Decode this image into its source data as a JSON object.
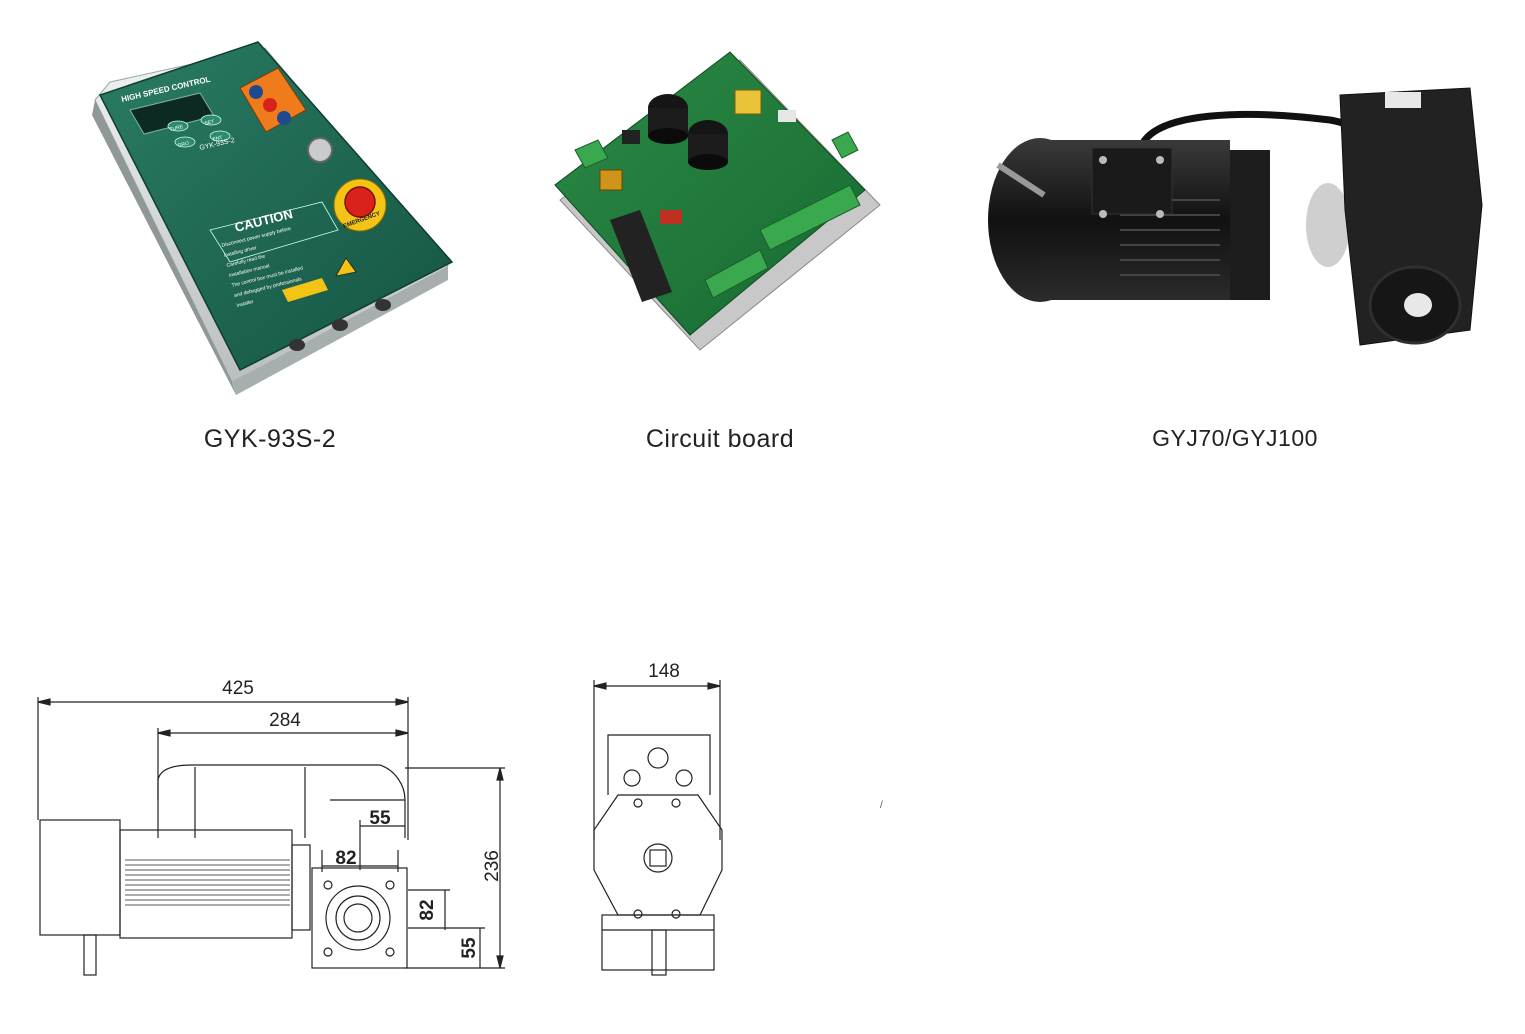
{
  "products": [
    {
      "caption": "GYK-93S-2",
      "image_name": "control-box-image",
      "panel_title": "HIGH SPEED CONTROL",
      "model_label": "GYK-93S-2",
      "caution_title": "CAUTION",
      "caution_lines": [
        "Disconnect power supply before",
        "installing driver",
        "Carefully read the",
        "installation manual",
        "The control box must be installed",
        "and debugged by professionals",
        "installer"
      ],
      "button_labels": [
        "TURE",
        "SET",
        "GRIJ",
        "ENT"
      ],
      "emergency_label": "EMERGENCY",
      "colors": {
        "panel": "#1f6b55",
        "body": "#e4e6e6",
        "keys": "#f07b1c",
        "stop": "#d8221b",
        "ring": "#f3c415"
      }
    },
    {
      "caption": "Circuit board",
      "image_name": "circuit-board-image",
      "colors": {
        "pcb": "#1f7a3a",
        "terminals": "#3aa84e",
        "plate": "#c8c8c8"
      }
    },
    {
      "caption": "GYJ70/GYJ100",
      "image_name": "gear-motor-image",
      "colors": {
        "motor": "#1b1b1b",
        "gearbox": "#2a2a2a"
      }
    }
  ],
  "drawings": {
    "side_view": {
      "dims": {
        "overall_length": "425",
        "gearbox_length": "284",
        "height": "236",
        "output_offset": "55",
        "flange_width": "82",
        "flange_height": "82",
        "shaft_height": "55"
      }
    },
    "end_view": {
      "dims": {
        "width": "148"
      }
    }
  },
  "stray_mark": "/"
}
